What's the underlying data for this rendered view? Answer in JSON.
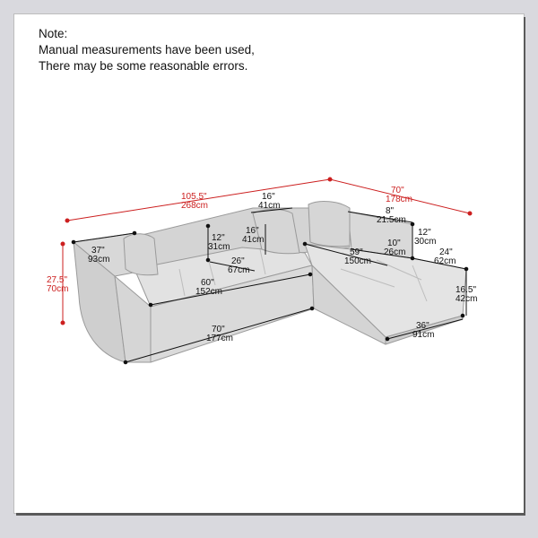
{
  "note": {
    "heading": "Note:",
    "line1": "Manual measurements have been used,",
    "line2": "There may be some reasonable errors."
  },
  "colors": {
    "background": "#d9d9de",
    "page": "#ffffff",
    "sofa_fill": "#dedede",
    "sofa_stroke": "#9a9a9a",
    "overall_dimension": "#cc1f1f",
    "detail_dimension": "#111111"
  },
  "dimensions": {
    "total_length": {
      "in": "105.5\"",
      "cm": "268cm"
    },
    "chaise_length": {
      "in": "70\"",
      "cm": "178cm"
    },
    "height": {
      "in": "27.5\"",
      "cm": "70cm"
    },
    "depth": {
      "in": "37\"",
      "cm": "93cm"
    },
    "back_height": {
      "in": "12\"",
      "cm": "31cm"
    },
    "seat_depth": {
      "in": "26\"",
      "cm": "67cm"
    },
    "seat_width": {
      "in": "60\"",
      "cm": "152cm"
    },
    "front_width": {
      "in": "70\"",
      "cm": "177cm"
    },
    "pillow_width": {
      "in": "16\"",
      "cm": "41cm"
    },
    "pillow_height": {
      "in": "16\"",
      "cm": "41cm"
    },
    "arm_width": {
      "in": "8\"",
      "cm": "21.5cm"
    },
    "arm_height": {
      "in": "12\"",
      "cm": "30cm"
    },
    "arm_inner": {
      "in": "10\"",
      "cm": "26cm"
    },
    "chaise_seat": {
      "in": "59\"",
      "cm": "150cm"
    },
    "chaise_depth": {
      "in": "24\"",
      "cm": "62cm"
    },
    "seat_height": {
      "in": "16.5\"",
      "cm": "42cm"
    },
    "chaise_width": {
      "in": "36\"",
      "cm": "91cm"
    }
  }
}
